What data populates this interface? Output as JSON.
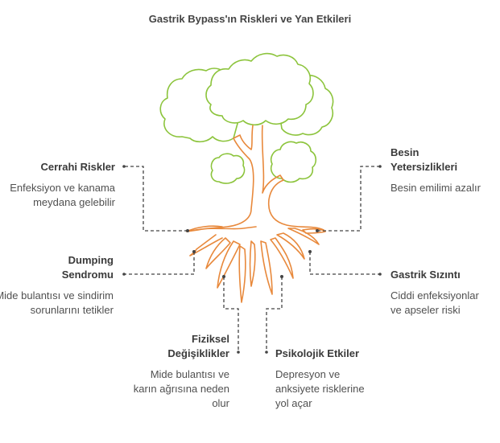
{
  "title": "Gastrik Bypass'ın Riskleri ve Yan Etkileri",
  "colors": {
    "canopy": "#8cc43c",
    "roots": "#e8893c",
    "connector": "#444444",
    "text": "#444444"
  },
  "items": [
    {
      "id": "cerrahi",
      "heading": "Cerrahi Riskler",
      "description": "Enfeksiyon ve kanama meydana gelebilir",
      "side": "left"
    },
    {
      "id": "besin",
      "heading": "Besin Yetersizlikleri",
      "description": "Besin emilimi azalır",
      "side": "right"
    },
    {
      "id": "dumping",
      "heading": "Dumping Sendromu",
      "description": "Mide bulantısı ve sindirim sorunlarını tetikler",
      "side": "left"
    },
    {
      "id": "sizinti",
      "heading": "Gastrik Sızıntı",
      "description": "Ciddi enfeksiyonlar ve apseler riski",
      "side": "right"
    },
    {
      "id": "fiziksel",
      "heading": "Fiziksel Değişiklikler",
      "description": "Mide bulantısı ve karın ağrısına neden olur",
      "side": "bottom-left"
    },
    {
      "id": "psikolojik",
      "heading": "Psikolojik Etkiler",
      "description": "Depresyon ve anksiyete risklerine yol açar",
      "side": "bottom-right"
    }
  ]
}
